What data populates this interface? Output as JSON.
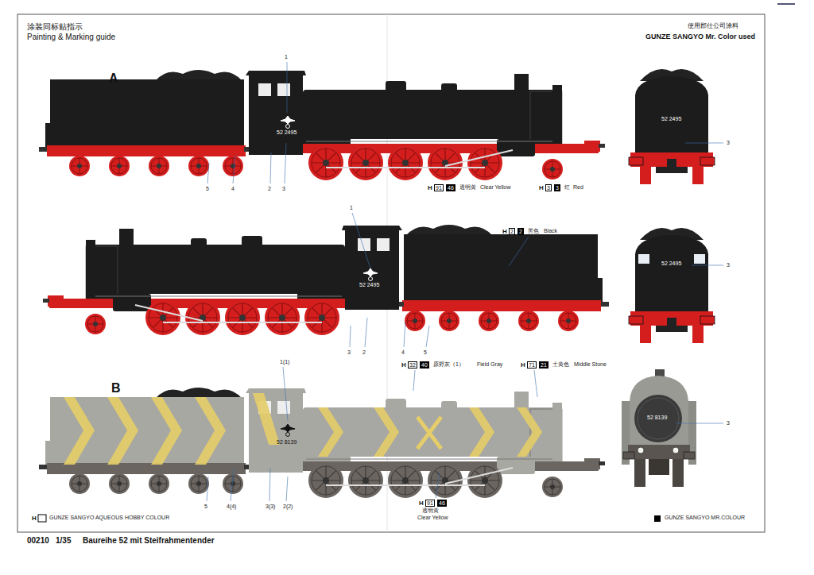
{
  "diagram": {
    "title": "Painting & Marking guide",
    "labels": [
      "涂装同标贴指示",
      "使用郡仕公司涂料",
      "GUNZE SANGYO Mr. Color used",
      "A",
      "1",
      "52 2495",
      "5",
      "4",
      "2",
      "3",
      "H",
      "91",
      "46",
      "透明黄",
      "Clear Yellow",
      "H",
      "3",
      "3",
      "红",
      "Red",
      "52 2495",
      "3",
      "1",
      "52 2495",
      "3",
      "2",
      "4",
      "5",
      "H",
      "2",
      "2",
      "黑色",
      "Black",
      "52 2495",
      "3",
      "B",
      "1(1)",
      "H",
      "32",
      "40",
      "原野灰（1）",
      "Field Gray",
      "H",
      "71",
      "21",
      "土黄色",
      "Middle Stone",
      "52 8139",
      "52 8139",
      "3",
      "5",
      "4(4)",
      "3(3)",
      "2(2)",
      "H",
      "91",
      "46",
      "透明黄",
      "Clear Yellow",
      "H",
      "GUNZE SANGYO AQUEOUS HOBBY COLOUR",
      "GUNZE SANGYO MR.COLOUR",
      "00210",
      "1/35",
      "Baureihe 52 mit Steifrahmentender"
    ]
  }
}
